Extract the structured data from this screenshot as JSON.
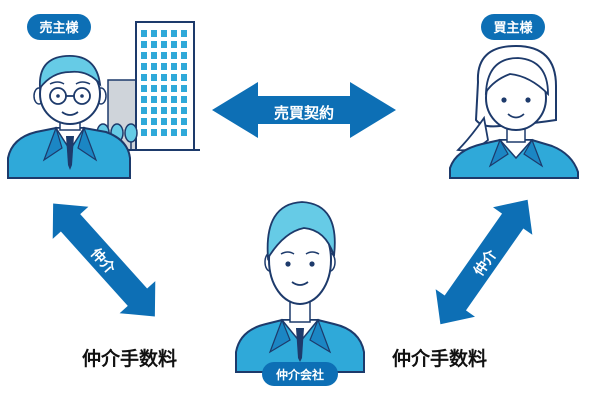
{
  "colors": {
    "primary": "#0d6fb5",
    "skin_tone": "#ffffff",
    "hair_light": "#66cbe6",
    "suit": "#2fa9d9",
    "ink": "#1d3a6b"
  },
  "labels": {
    "seller": "売主様",
    "buyer": "買主様",
    "sales_contract": "売買契約",
    "brokerage_left": "仲介",
    "brokerage_right": "仲介",
    "fee_left": "仲介手数料",
    "fee_right": "仲介手数料",
    "agency": "仲介会社"
  },
  "icons": {
    "seller": "elderly-man-icon",
    "building": "office-building-icon",
    "trees": "tree-icon",
    "buyer": "woman-icon",
    "agent": "young-man-icon"
  }
}
